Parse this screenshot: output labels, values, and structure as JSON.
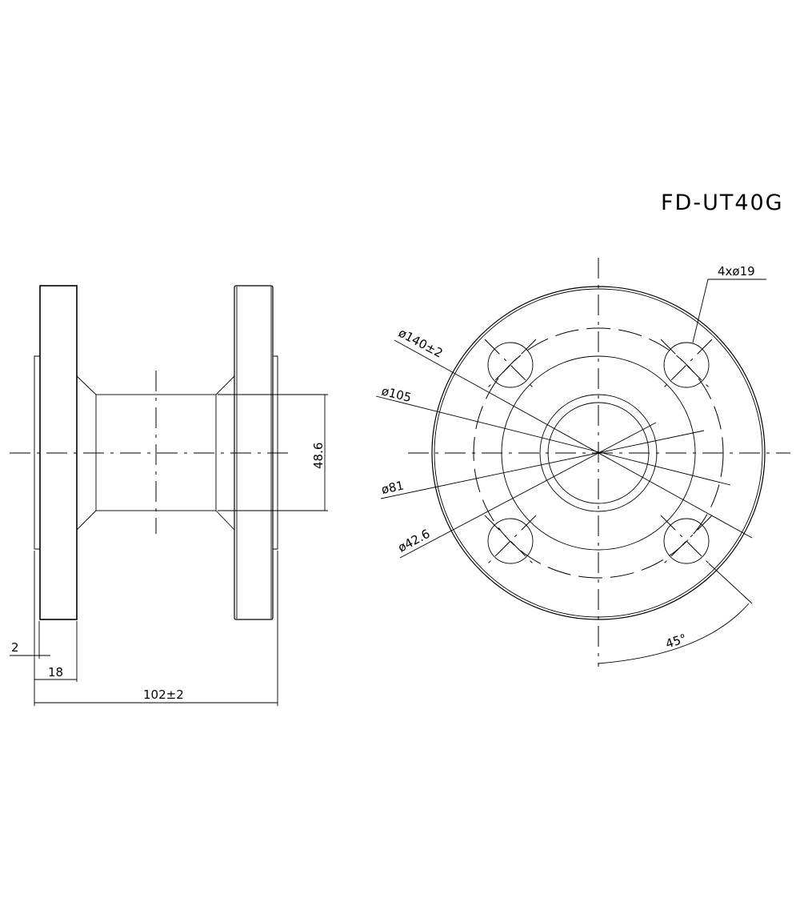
{
  "title": "FD-UT40G",
  "side_view": {
    "dimensions": {
      "overall_length": "102±2",
      "flange_thickness": "18",
      "hub_offset": "2",
      "pipe_od": "48.6"
    }
  },
  "front_view": {
    "dimensions": {
      "flange_od": "ø140±2",
      "bolt_circle": "ø105",
      "raised_face": "ø81",
      "bore": "ø42.6",
      "bolt_holes": "4xø19",
      "bolt_angle": "45°"
    }
  },
  "colors": {
    "background": "#ffffff",
    "lines": "#000000"
  }
}
